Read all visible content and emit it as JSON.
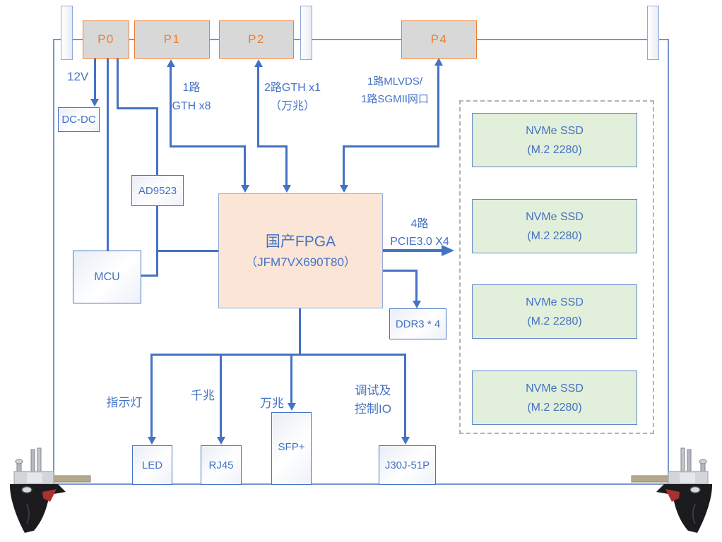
{
  "diagram": {
    "title_implicit": "",
    "connectors": [
      {
        "label": "P0"
      },
      {
        "label": "P1"
      },
      {
        "label": "P2"
      },
      {
        "label": "P4"
      }
    ],
    "labels": {
      "power": "12V",
      "gth8_l1": "1路",
      "gth8_l2": "GTH x8",
      "gth1_l1": "2路GTH x1",
      "gth1_l2": "（万兆）",
      "mlvds_l1": "1路MLVDS/",
      "mlvds_l2": "1路SGMII网口",
      "pcie_l1": "4路",
      "pcie_l2": "PCIE3.0 X4",
      "indicator": "指示灯",
      "gigabit": "千兆",
      "ten_gigabit": "万兆",
      "debug_l1": "调试及",
      "debug_l2": "控制IO"
    },
    "blocks": {
      "dcdc": "DC-DC",
      "clock": "AD9523",
      "mcu": "MCU",
      "fpga_l1": "国产FPGA",
      "fpga_l2": "（JFM7VX690T80）",
      "ddr": "DDR3 * 4",
      "led": "LED",
      "rj45": "RJ45",
      "sfp": "SFP+",
      "debug_conn": "J30J-51P"
    },
    "ssd": {
      "line1": "NVMe SSD",
      "line2": "(M.2 2280)",
      "count": 4
    },
    "colors": {
      "line_blue": "#4472C4",
      "connector_border": "#ED7D31",
      "connector_fill": "#D9D9D9",
      "fpga_fill": "#FBE5D6",
      "ssd_fill": "#E2EFDA",
      "text_blue": "#4472C4",
      "dashed_gray": "#B3B3B3"
    }
  }
}
